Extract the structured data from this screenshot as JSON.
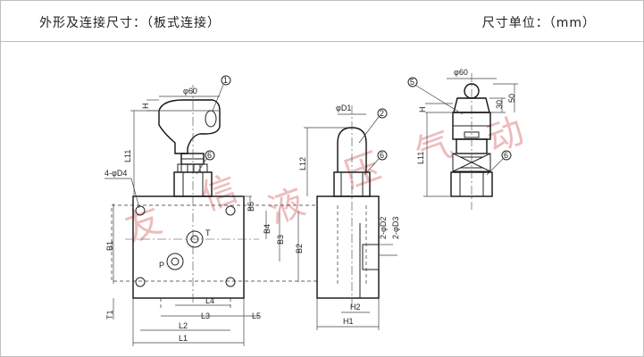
{
  "header": {
    "title": "外形及连接尺寸：（板式连接）",
    "unit": "尺寸单位：（mm）"
  },
  "watermark": [
    "友",
    "信",
    "液",
    "压",
    "气",
    "动"
  ],
  "callouts": {
    "c1": "1",
    "c2": "2",
    "c5": "5",
    "c6": "6"
  },
  "dims": {
    "phi60_a": "φ60",
    "phi60_b": "φ60",
    "phid1": "φD1",
    "hole4": "4-φD4",
    "d2": "2-φD2",
    "d3": "2-φD3",
    "l1": "L1",
    "l2": "L2",
    "l3": "L3",
    "l4": "L4",
    "l5": "L5",
    "l11a": "L11",
    "l11b": "L11",
    "l12": "L12",
    "h1": "H1",
    "h2": "H2",
    "b1": "B1",
    "b2": "B2",
    "b3": "B3",
    "b4": "B4",
    "b5": "B5",
    "t1": "T1",
    "h1a": "H",
    "h1b": "H",
    "v30": "30",
    "v50": "50",
    "port_t": "T",
    "port_p": "P"
  },
  "colors": {
    "line": "#222222",
    "watermark": "#e6a6a6",
    "divider": "#bdbdbd"
  }
}
